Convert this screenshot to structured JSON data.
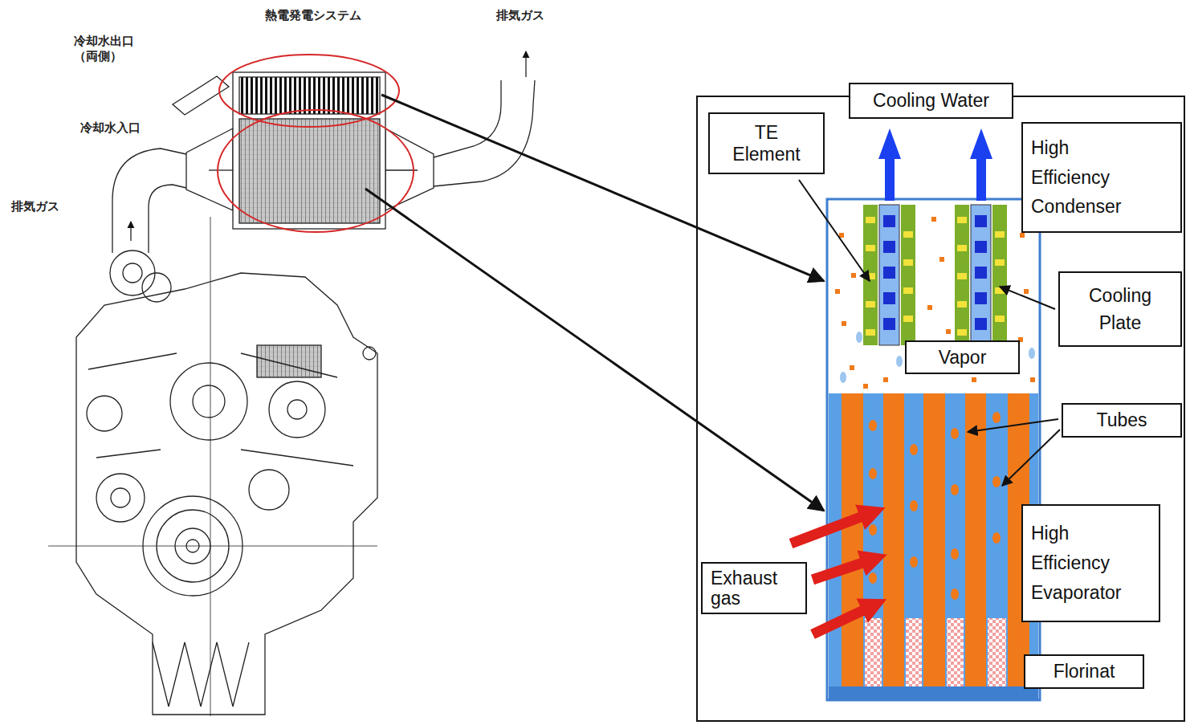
{
  "diagram": {
    "nodes": [
      {
        "text": [
          "Cooling Water"
        ]
      },
      {
        "text": [
          "TE Element"
        ]
      },
      {
        "text": [
          "High Efficiency Condenser"
        ]
      },
      {
        "text": [
          "Cooling Plate"
        ]
      },
      {
        "text": [
          "Vapor"
        ]
      },
      {
        "text": [
          "Tubes"
        ]
      },
      {
        "text": [
          "High Efficiency Evaporator"
        ]
      },
      {
        "text": [
          "Exhaust gas"
        ]
      },
      {
        "text": [
          "Florinat"
        ]
      }
    ],
    "labels": [
      "熱電発電システム",
      "排気ガス",
      "冷却水出口（両側）",
      "冷却水入口",
      "排気ガス"
    ]
  }
}
